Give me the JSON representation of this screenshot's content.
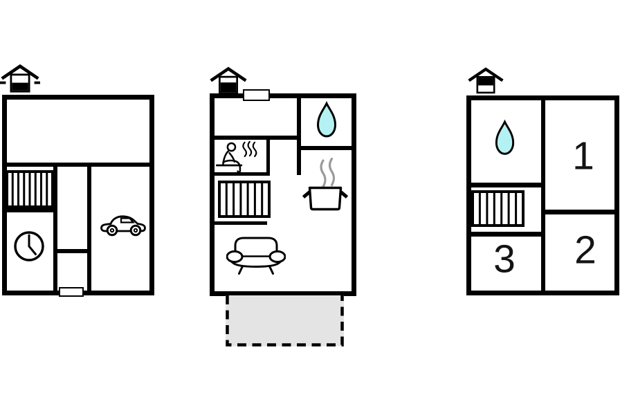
{
  "document": {
    "type": "holiday-house-floor-plan",
    "floors_count": 3
  },
  "colors": {
    "wall": "#000000",
    "background": "#ffffff",
    "water_fill": "#b4f1f2",
    "terrace_fill": "#e4e4e4",
    "steam": "#9a9a9a"
  },
  "floors": [
    {
      "name": "basement",
      "level_icon": "house-section-basement",
      "features": [
        "staircase",
        "clock",
        "car-garage"
      ],
      "rooms": []
    },
    {
      "name": "ground-floor",
      "level_icon": "house-section-ground",
      "features": [
        "entrance-door",
        "bathroom-water-drop",
        "sauna",
        "staircase",
        "kitchen-pot",
        "sofa",
        "terrace"
      ],
      "rooms": []
    },
    {
      "name": "first-floor",
      "level_icon": "house-section-first",
      "features": [
        "bathroom-water-drop",
        "staircase"
      ],
      "rooms": [
        {
          "label": "1"
        },
        {
          "label": "2"
        },
        {
          "label": "3"
        }
      ]
    }
  ]
}
